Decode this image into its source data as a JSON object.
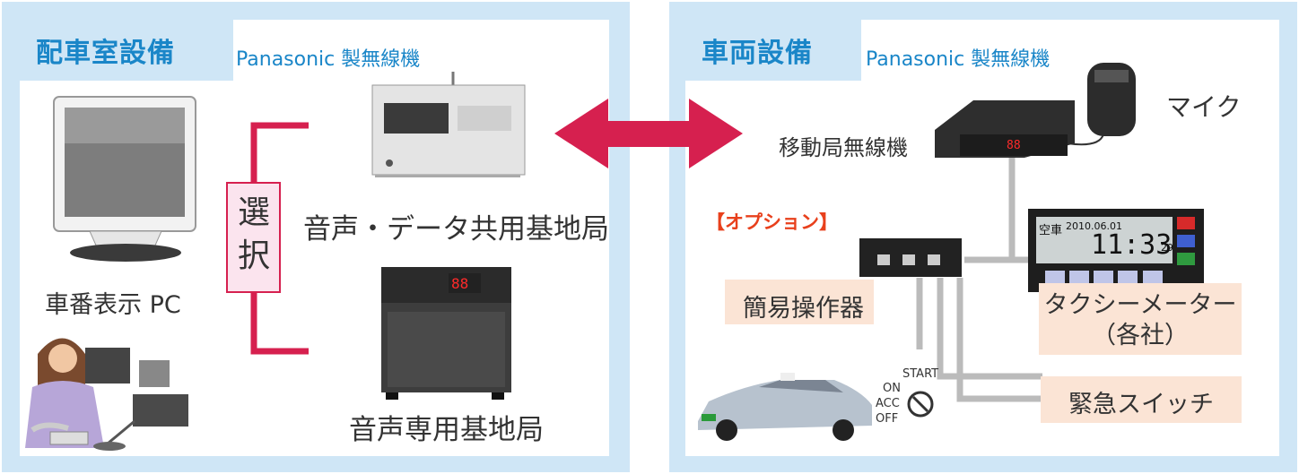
{
  "left": {
    "title": "配車室設備",
    "subtitle": "Panasonic 製無線機",
    "pc_label": "車番表示 PC",
    "select_label": "選択",
    "base_voice_data": "音声・データ共用基地局",
    "base_voice": "音声専用基地局"
  },
  "right": {
    "title": "車両設備",
    "subtitle": "Panasonic 製無線機",
    "mic_label": "マイク",
    "mobile_radio_label": "移動局無線機",
    "option_label": "【オプション】",
    "controller_label": "簡易操作器",
    "meter_label": "タクシーメーター",
    "meter_sub": "（各社）",
    "emergency_label": "緊急スイッチ",
    "key_on": "ON",
    "key_start": "START",
    "key_acc": "ACC",
    "key_off": "OFF",
    "meter_display_left": "空車",
    "meter_display_date": "2010.06.01",
    "meter_display_time": "11:33",
    "meter_display_sec": "29"
  },
  "colors": {
    "panel_bg": "#cfe6f6",
    "title": "#1a86c8",
    "arrow": "#d6204f",
    "option": "#e8401c",
    "pill_bg": "#fbe4d5",
    "connector": "#bbbbbb"
  }
}
